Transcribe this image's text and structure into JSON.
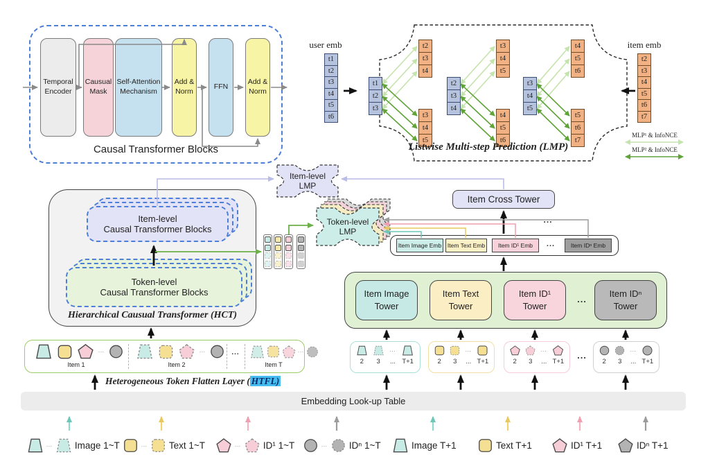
{
  "colors": {
    "panelBlue": "#4d7fd6",
    "teal": "#c9ebe5",
    "yellow": "#f6e9ab",
    "yellowDeep": "#f5df92",
    "pink": "#f7ced8",
    "grayToken": "#b3b3b3",
    "grayBlock": "#ececec",
    "blueBlock": "#c5e1f0",
    "pinkBlock": "#f6d3d9",
    "yellowBlock": "#f8f4a6",
    "lavender": "#e3e3f7",
    "greenFill": "#e7f3db",
    "towersBg": "#dff0d3",
    "cellBlue": "#b6c3de",
    "cellOrange": "#f1b182",
    "tealLMP": "#cdeee8",
    "htflHighlight": "#45bdf0",
    "lightGreen": "#c5e3ad",
    "darkGreen": "#5fa339"
  },
  "ctb": {
    "title": "Causal Transformer Blocks",
    "blocks": [
      {
        "label": "Temporal Encoder"
      },
      {
        "label": "Causual Mask"
      },
      {
        "label": "Self-Attention Mechanism"
      },
      {
        "label": "Add & Norm"
      },
      {
        "label": "FFN"
      },
      {
        "label": "Add & Norm"
      }
    ]
  },
  "lmp": {
    "title": "Listwise Multi-step Prediction (LMP)",
    "user_emb_label": "user emb",
    "item_emb_label": "item emb",
    "user_emb": [
      "t1",
      "t2",
      "t3",
      "t4",
      "t5",
      "t6"
    ],
    "item_emb": [
      "t2",
      "t3",
      "t4",
      "t5",
      "t6",
      "t7"
    ],
    "groups": [
      {
        "input": [
          "t1",
          "t2",
          "t3"
        ],
        "future": [
          "t2",
          "t3",
          "t4"
        ],
        "next": [
          "t3",
          "t4",
          "t5"
        ]
      },
      {
        "input": [
          "t2",
          "t3",
          "t4"
        ],
        "future": [
          "t3",
          "t4",
          "t5"
        ],
        "next": [
          "t4",
          "t5",
          "t6"
        ]
      },
      {
        "input": [
          "t3",
          "t4",
          "t5"
        ],
        "future": [
          "t4",
          "t5",
          "t6"
        ],
        "next": [
          "t5",
          "t6",
          "t7"
        ]
      }
    ],
    "legend": [
      {
        "label": "MLP¹ & InfoNCE"
      },
      {
        "label": "MLP² & InfoNCE"
      }
    ]
  },
  "hct": {
    "title": "Hierarchical Causual Transformer (HCT)",
    "item_level": "Item-level\nCausal Transformer Blocks",
    "token_level": "Token-level\nCausal Transformer Blocks"
  },
  "badges": {
    "item_level": "Item-level\nLMP",
    "token_level": "Token-level\nLMP"
  },
  "cross_tower": {
    "label": "Item Cross Tower"
  },
  "emb_row": {
    "items": [
      {
        "label": "Item Image Emb"
      },
      {
        "label": "Item Text Emb"
      },
      {
        "label": "Item ID¹ Emb"
      },
      {
        "label": "Item IDⁿ Emb"
      }
    ]
  },
  "towers": {
    "items": [
      {
        "label": "Item Image\nTower"
      },
      {
        "label": "Item Text\nTower"
      },
      {
        "label": "Item ID¹\nTower"
      },
      {
        "label": "Item IDⁿ\nTower"
      }
    ]
  },
  "token_boxes": {
    "ticks": [
      "2",
      "3",
      "...",
      "T+1"
    ]
  },
  "htfl": {
    "label_prefix": "Heterogeneous Token Flatten Layer (",
    "label_highlight": "HTFL)",
    "items": [
      "Item 1",
      "Item 2",
      "Item T"
    ]
  },
  "lookup_table": {
    "label": "Embedding Look-up Table"
  },
  "legend": {
    "items": [
      {
        "label": "Image 1~T"
      },
      {
        "label": "Text 1~T"
      },
      {
        "label": "ID¹ 1~T"
      },
      {
        "label": "IDⁿ 1~T"
      },
      {
        "label": "Image T+1"
      },
      {
        "label": "Text T+1"
      },
      {
        "label": "ID¹ T+1"
      },
      {
        "label": "IDⁿ T+1"
      }
    ]
  },
  "misc": {
    "dots": "..."
  }
}
